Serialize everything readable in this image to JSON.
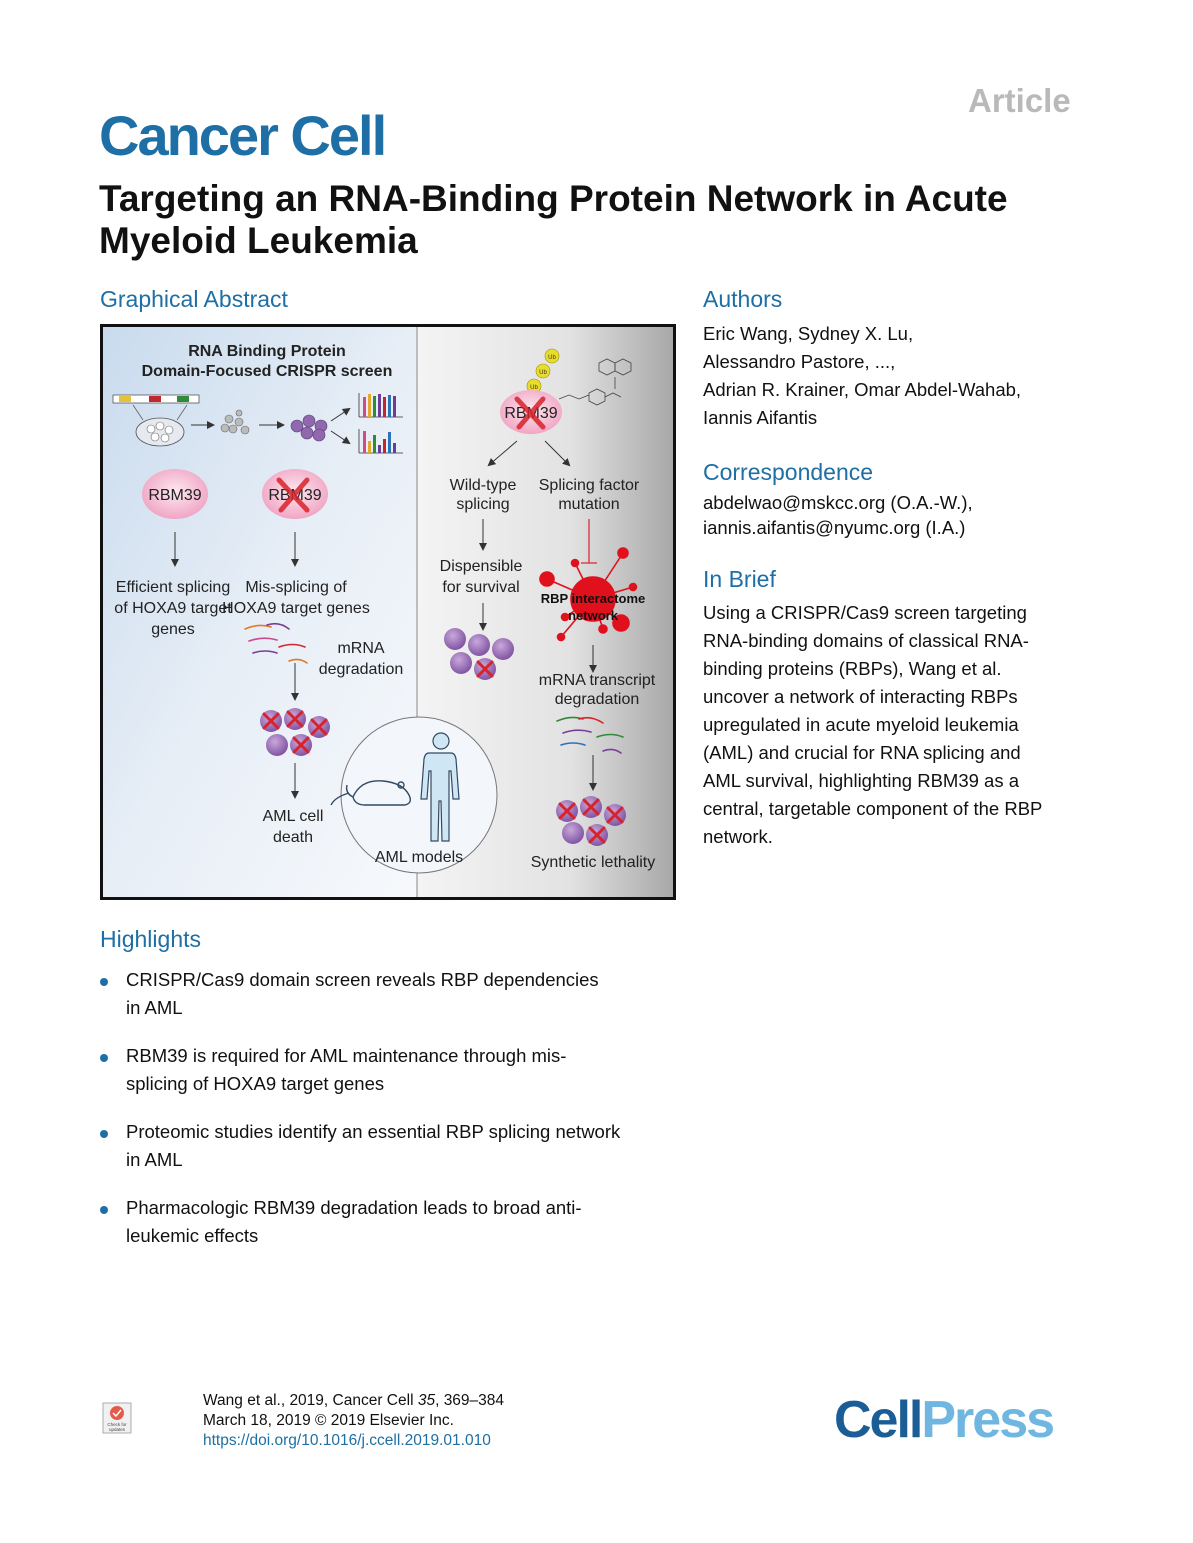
{
  "header": {
    "article_label": "Article",
    "journal": "Cancer Cell",
    "title_line1": "Targeting an RNA-Binding Protein Network in Acute",
    "title_line2": "Myeloid Leukemia"
  },
  "graphical_abstract": {
    "heading": "Graphical Abstract",
    "screen_title_1": "RNA Binding Protein",
    "screen_title_2": "Domain-Focused CRISPR screen",
    "rbm39": "RBM39",
    "left_a_1": "Efficient splicing",
    "left_a_2": "of HOXA9 target",
    "left_a_3": "genes",
    "left_b_1": "Mis-splicing of",
    "left_b_2": "HOXA9 target genes",
    "mrna_1": "mRNA",
    "mrna_2": "degradation",
    "aml_death_1": "AML cell",
    "aml_death_2": "death",
    "aml_models": "AML models",
    "wt_1": "Wild-type",
    "wt_2": "splicing",
    "sf_1": "Splicing factor",
    "sf_2": "mutation",
    "disp_1": "Dispensible",
    "disp_2": "for survival",
    "net_1": "RBP interactome",
    "net_2": "network",
    "tx_1": "mRNA transcript",
    "tx_2": "degradation",
    "synthetic": "Synthetic lethality",
    "ub": "Ub",
    "colors": {
      "bubble": "#f4b8d0",
      "cell": "#8f68ad",
      "x": "#d8232a",
      "network": "#e0101c",
      "ub": "#e8dd2a"
    }
  },
  "authors": {
    "heading": "Authors",
    "line1": "Eric Wang, Sydney X. Lu,",
    "line2": "Alessandro Pastore, ...,",
    "line3": "Adrian R. Krainer, Omar Abdel-Wahab,",
    "line4": "Iannis Aifantis"
  },
  "correspondence": {
    "heading": "Correspondence",
    "line1": "abdelwao@mskcc.org (O.A.-W.),",
    "line2": "iannis.aifantis@nyumc.org (I.A.)"
  },
  "in_brief": {
    "heading": "In Brief",
    "lines": [
      "Using a CRISPR/Cas9 screen targeting",
      "RNA-binding domains of classical RNA-",
      "binding proteins (RBPs), Wang et al.",
      "uncover a network of interacting RBPs",
      "upregulated in acute myeloid leukemia",
      "(AML) and crucial for RNA splicing and",
      "AML survival, highlighting RBM39 as a",
      "central, targetable component of the RBP",
      "network."
    ]
  },
  "highlights": {
    "heading": "Highlights",
    "items": [
      [
        "CRISPR/Cas9 domain screen reveals RBP dependencies",
        "in AML"
      ],
      [
        "RBM39 is required for AML maintenance through mis-",
        "splicing of HOXA9 target genes"
      ],
      [
        "Proteomic studies identify an essential RBP splicing network",
        "in AML"
      ],
      [
        "Pharmacologic RBM39 degradation leads to broad anti-",
        "leukemic effects"
      ]
    ]
  },
  "footer": {
    "cite_line1_a": "Wang et al., 2019, Cancer Cell ",
    "cite_vol": "35",
    "cite_line1_b": ", 369–384",
    "cite_line2": "March 18, 2019 © 2019 Elsevier Inc.",
    "doi": "https://doi.org/10.1016/j.ccell.2019.01.010",
    "badge_1": "Check for",
    "badge_2": "updates",
    "publisher_a": "Cell",
    "publisher_b": "Press"
  }
}
